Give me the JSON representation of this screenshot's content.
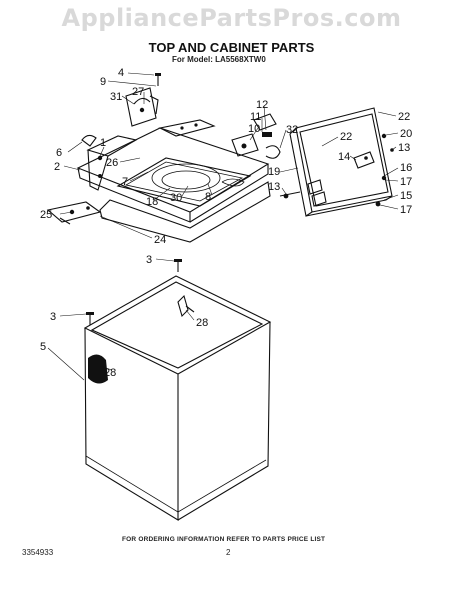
{
  "watermark": "AppliancePartsPros.com",
  "title": "TOP AND CABINET PARTS",
  "model_line": "For Model: LA5568XTW0",
  "part_code": "3354933",
  "ordering_note": "FOR ORDERING INFORMATION REFER TO PARTS PRICE LIST",
  "page_number": "2",
  "callouts": {
    "c4": "4",
    "c9": "9",
    "c27": "27",
    "c31": "31",
    "c1": "1",
    "c6": "6",
    "c2": "2",
    "c26": "26",
    "c7": "7",
    "c18": "18",
    "c30": "30",
    "c8": "8",
    "c25": "25",
    "c24": "24",
    "c12": "12",
    "c11": "11",
    "c10": "10",
    "c32": "32",
    "c19": "19",
    "c13a": "13",
    "c22a": "22",
    "c22b": "22",
    "c20": "20",
    "c14": "14",
    "c13b": "13",
    "c16": "16",
    "c17a": "17",
    "c15": "15",
    "c17b": "17",
    "c3a": "3",
    "c28a": "28",
    "c3b": "3",
    "c5": "5",
    "c28b": "28"
  }
}
